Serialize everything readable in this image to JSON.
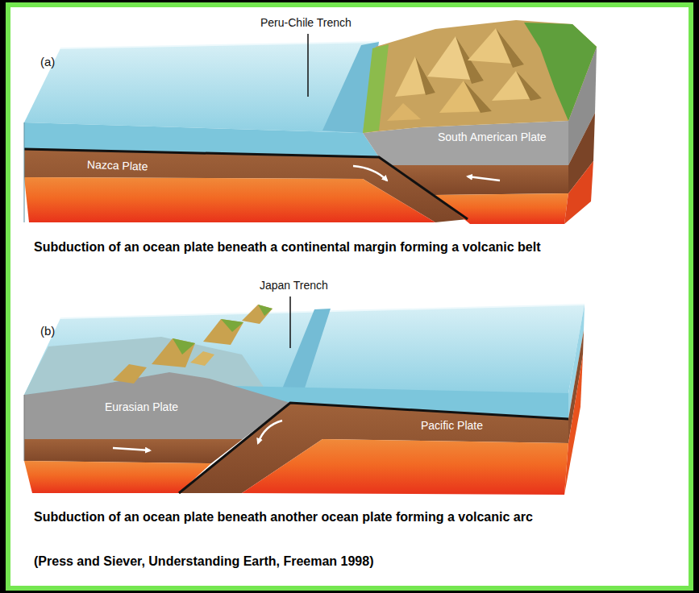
{
  "diagram": {
    "labels": [
      "Peru-Chile Trench",
      "(a)",
      "Nazca Plate",
      "South American Plate",
      "Subduction of an ocean plate beneath a continental margin forming a volcanic belt",
      "Japan Trench",
      "(b)",
      "Eurasian Plate",
      "Pacific Plate",
      "Subduction of an ocean plate beneath another ocean plate forming a volcanic arc",
      "(Press and Siever, Understanding Earth, Freeman 1998)"
    ]
  }
}
